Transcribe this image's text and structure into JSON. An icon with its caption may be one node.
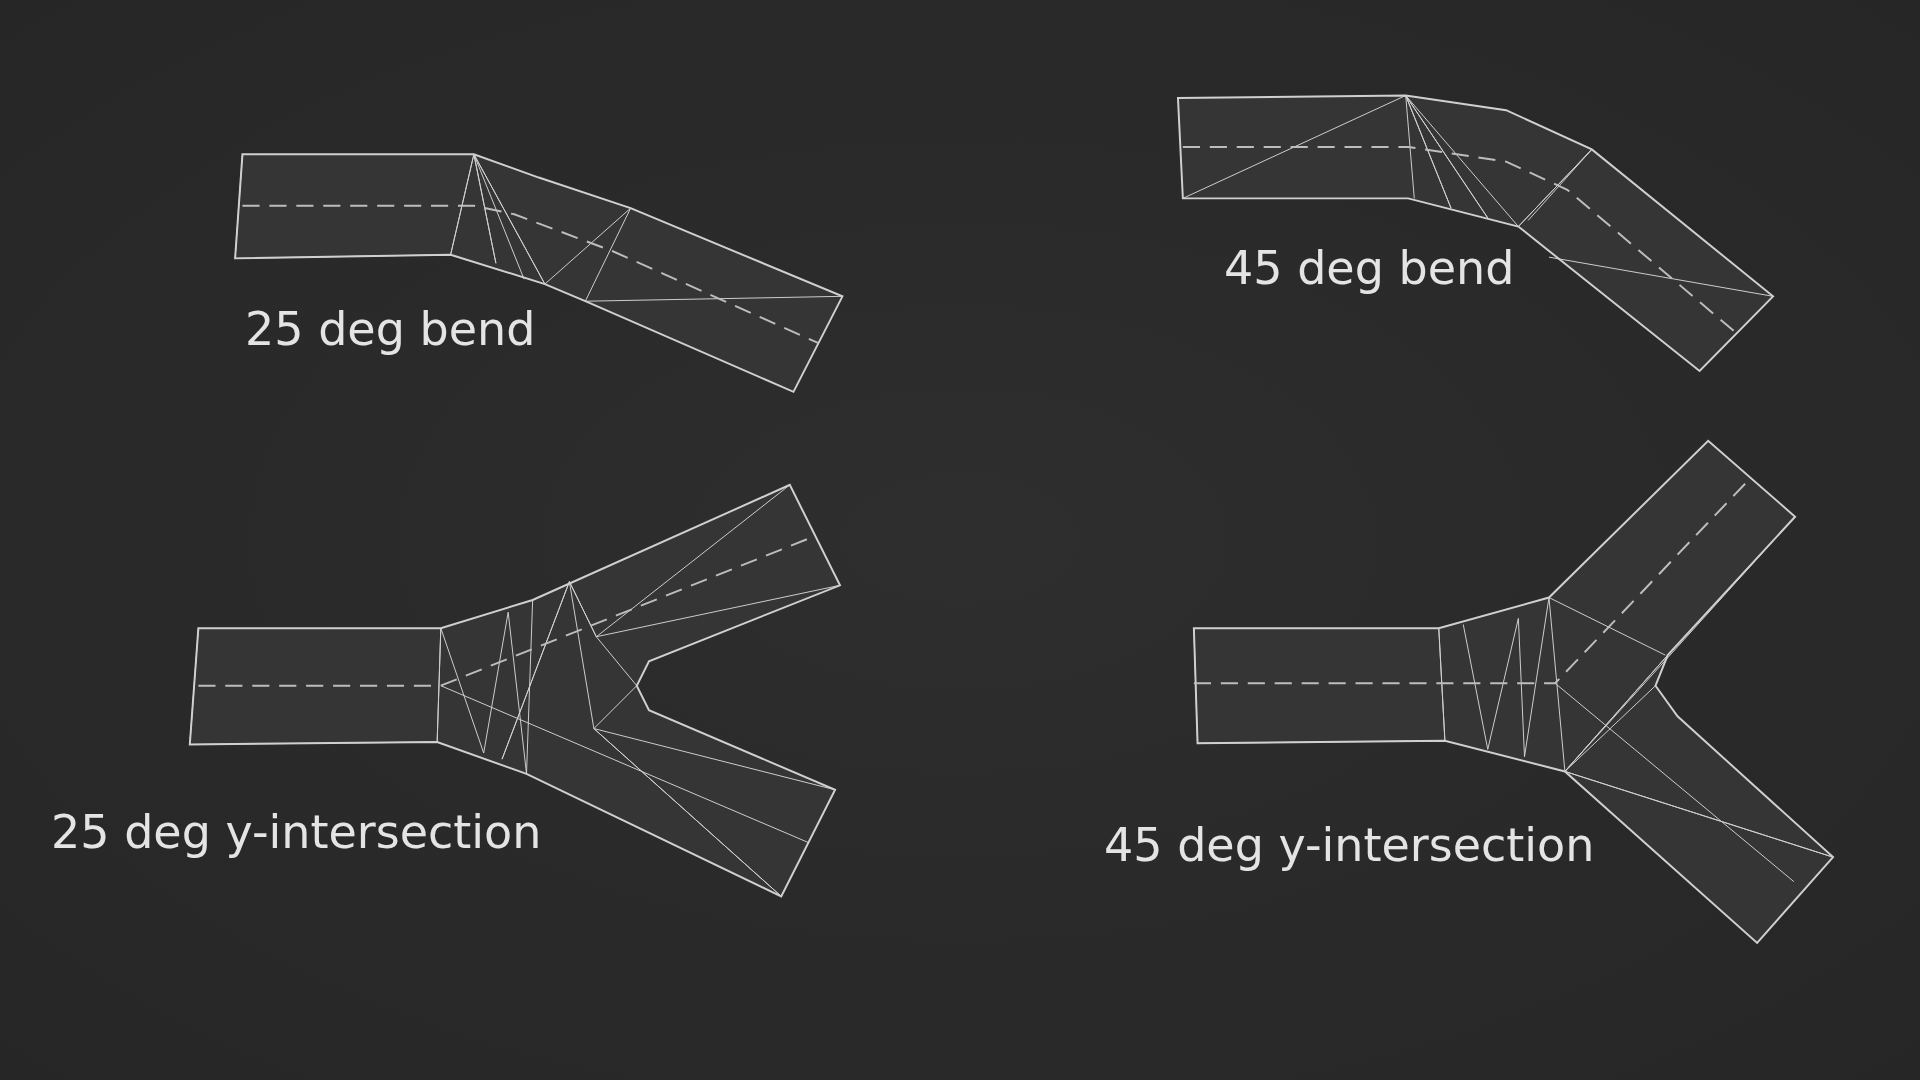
{
  "diagram": {
    "labels": [
      "25 deg bend",
      "45 deg bend",
      "25 deg y-intersection",
      "45 deg y-intersection"
    ]
  }
}
